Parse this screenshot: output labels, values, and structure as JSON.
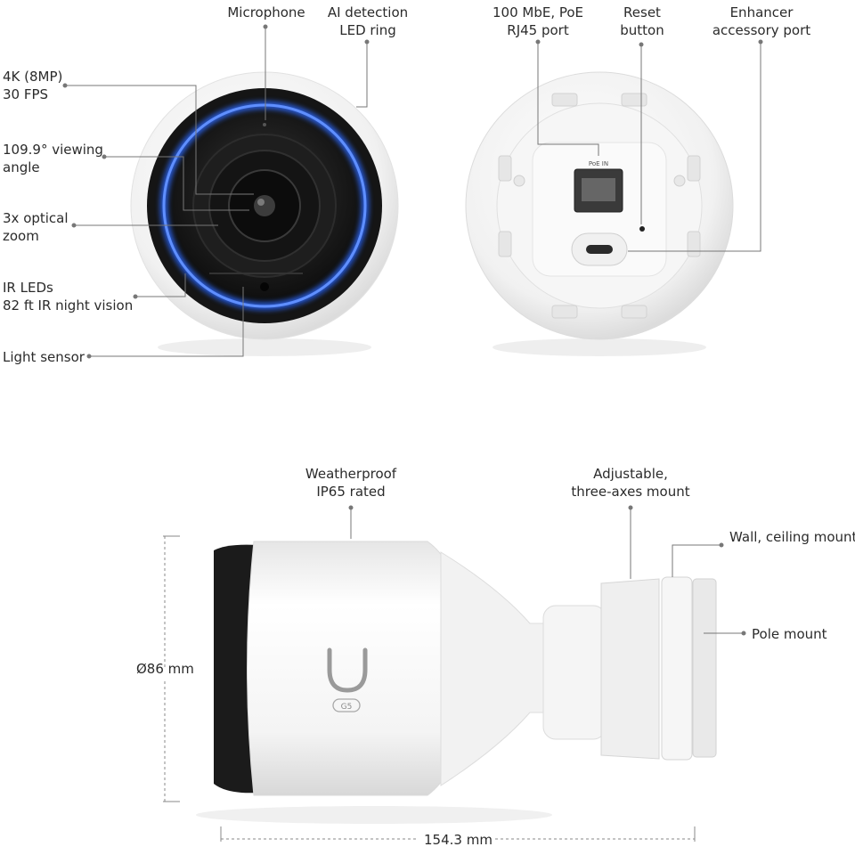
{
  "front_view": {
    "resolution": "4K (8MP)",
    "frame_rate": "30 FPS",
    "viewing_angle": "109.9° viewing",
    "viewing_angle_2": "angle",
    "optical_zoom": "3x optical",
    "optical_zoom_2": "zoom",
    "ir_leds": "IR LEDs",
    "night_vision": "82 ft IR night vision",
    "light_sensor": "Light sensor",
    "microphone": "Microphone",
    "ai_ring": "AI detection",
    "ai_ring_2": "LED ring"
  },
  "back_view": {
    "port": "100 MbE, PoE",
    "port_2": "RJ45 port",
    "reset": "Reset",
    "reset_2": "button",
    "enhancer": "Enhancer",
    "enhancer_2": "accessory port",
    "poe_marking": "PoE IN"
  },
  "side_view": {
    "weatherproof": "Weatherproof",
    "weatherproof_2": "IP65 rated",
    "mount": "Adjustable,",
    "mount_2": "three-axes mount",
    "wall_mount": "Wall, ceiling mount",
    "pole_mount": "Pole mount",
    "diameter": "Ø86 mm",
    "length": "154.3 mm",
    "badge": "G5"
  },
  "colors": {
    "led_ring": "#2f6bff",
    "lens_housing": "#1a1a1a",
    "body": "#f4f4f4",
    "leader_line": "#777777"
  }
}
